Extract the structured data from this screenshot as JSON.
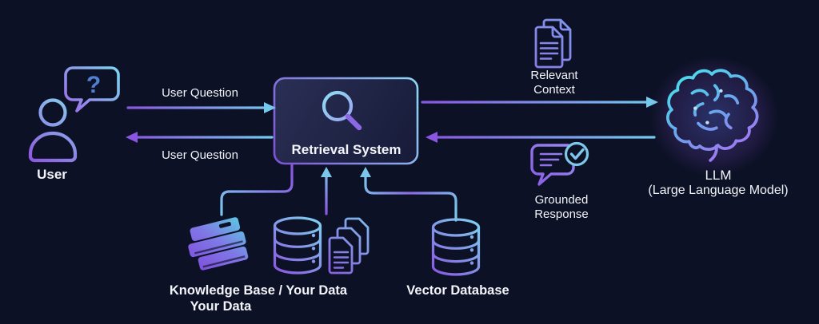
{
  "colors": {
    "background": "#0d1126",
    "accent_purple": "#8a55e0",
    "accent_blue": "#74c9ec",
    "periwinkle": "#7b80e4",
    "text": "#f2f4f8",
    "brain_cyan": "#48e0ec",
    "brain_purple": "#b468f4"
  },
  "nodes": {
    "user": {
      "label": "User",
      "icon": "person-icon",
      "bubble_icon": "question-bubble-icon",
      "bubble_glyph": "?"
    },
    "retrieval_system": {
      "label": "Retrieval System",
      "icon": "magnifier-icon"
    },
    "llm": {
      "label": "LLM",
      "sublabel": "(Large Language Model)",
      "icon": "brain-icon"
    },
    "knowledge_base": {
      "label_line1": "Knowledge Base / Your Data",
      "label_line2": "Your Data",
      "icons": [
        "books-stack-icon",
        "database-icon",
        "documents-stack-icon"
      ]
    },
    "vector_database": {
      "label": "Vector Database",
      "icon": "database-icon"
    }
  },
  "edges": {
    "user_question_top": {
      "label": "User Question",
      "direction": "right"
    },
    "user_question_bottom": {
      "label": "User Question",
      "direction": "left"
    },
    "relevant_context": {
      "label": "Relevant Context",
      "icon": "documents-icon",
      "direction": "right"
    },
    "grounded_response": {
      "label": "Grounded Response",
      "icon": "chat-check-icon",
      "direction": "left"
    }
  }
}
